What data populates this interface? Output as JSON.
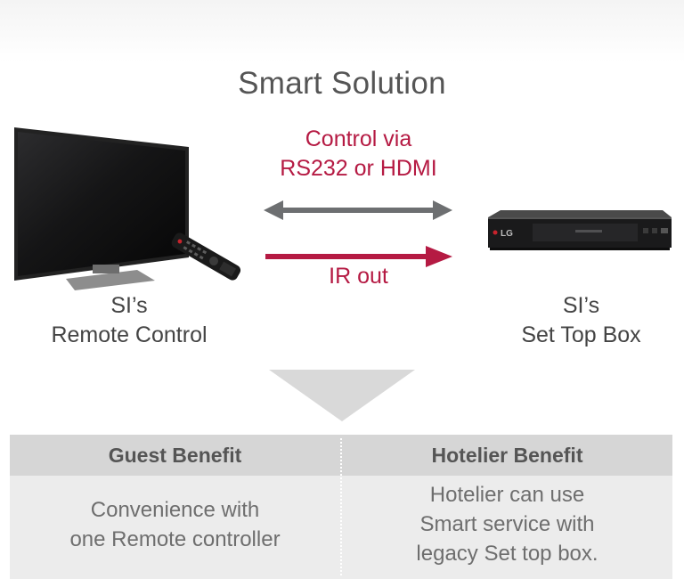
{
  "title": "Smart Solution",
  "arrows": {
    "control_lines": [
      "Control via",
      "RS232 or HDMI"
    ],
    "ir_label": "IR out",
    "gray_color": "#6d6f71",
    "red_color": "#b51a43"
  },
  "devices": {
    "tv_lines": [
      "SI’s",
      "Remote Control"
    ],
    "stb_lines": [
      "SI’s",
      "Set Top Box"
    ],
    "stb_logo": "LG"
  },
  "benefits": {
    "guest": {
      "heading": "Guest Benefit",
      "lines": [
        "Convenience with",
        "one Remote controller"
      ]
    },
    "hotelier": {
      "heading": "Hotelier Benefit",
      "lines": [
        "Hotelier can use",
        "Smart service with",
        "legacy Set top box."
      ]
    }
  }
}
